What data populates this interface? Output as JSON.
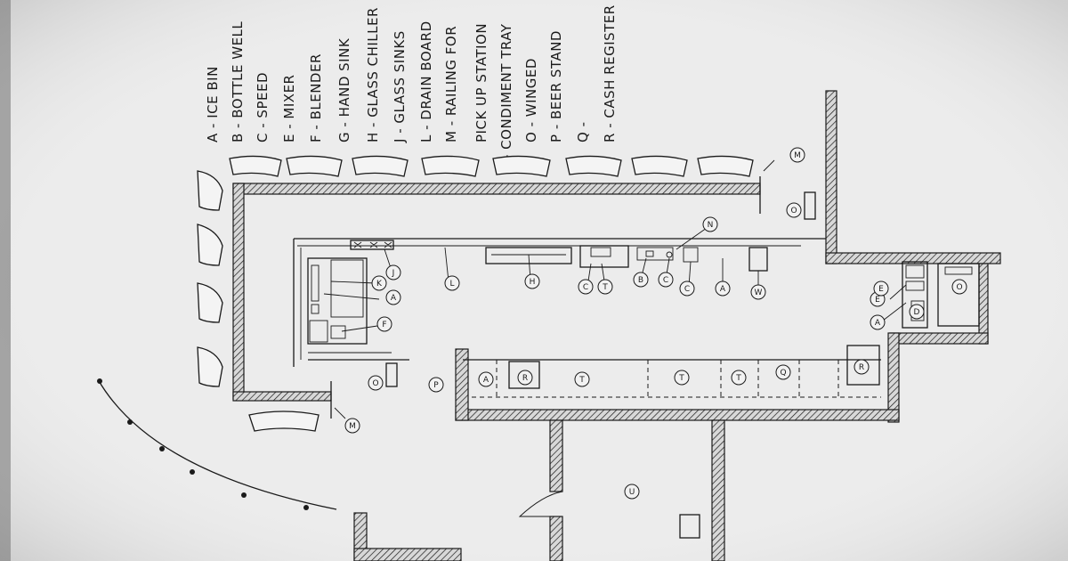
{
  "legend": [
    "A - ICE BIN",
    "B - BOTTLE WELL",
    "C - SPEED",
    "E - MIXER",
    "F - BLENDER",
    "G - HAND SINK",
    "H - GLASS CHILLER",
    "J - GLASS SINKS",
    "L - DRAIN BOARD",
    "M - RAILING FOR",
    "PICK UP STATION",
    "N - CONDIMENT TRAY",
    "O - WINGED",
    "P - BEER STAND",
    "Q -",
    "R - CASH REGISTER"
  ],
  "tags": {
    "m_top": "M",
    "m_bottom": "M",
    "n": "N",
    "o_top": "O",
    "o_left": "O",
    "o_right": "O",
    "l": "L",
    "h": "H",
    "j": "J",
    "k": "K",
    "a1": "A",
    "a2": "A",
    "a3": "A",
    "a4": "A",
    "f1": "F",
    "c1": "C",
    "c2": "C",
    "c3": "C",
    "t1": "T",
    "t2": "T",
    "t3": "T",
    "t4": "T",
    "b1": "B",
    "w1": "W",
    "e1": "E",
    "e2": "E",
    "r1": "R",
    "r2": "R",
    "p1": "P",
    "q1": "Q",
    "u1": "U",
    "d1": "D"
  },
  "colors": {
    "ink": "#1a1a1a",
    "paper": "#e9e9e9"
  }
}
